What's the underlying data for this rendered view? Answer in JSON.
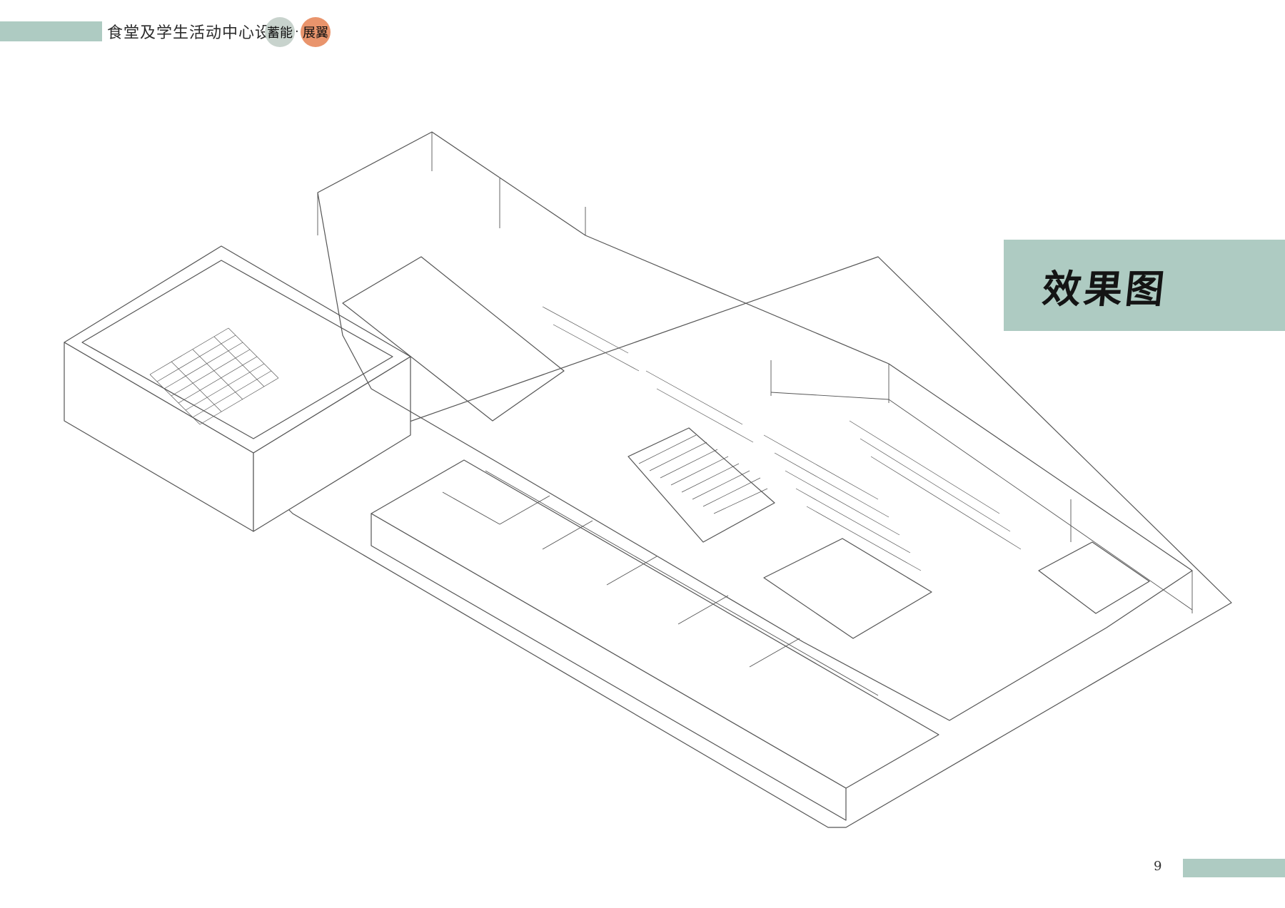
{
  "header": {
    "title": "食堂及学生活动中心设计",
    "badge_left": "蓄能",
    "badge_separator": "·",
    "badge_right": "展翼"
  },
  "section_title": "效果图",
  "page_number": "9",
  "colors": {
    "accent_bar": "#aecbc2",
    "title_block": "#aecbc2",
    "badge_left": "#c8d3cd",
    "badge_right": "#e9946c",
    "line": "#555555"
  }
}
